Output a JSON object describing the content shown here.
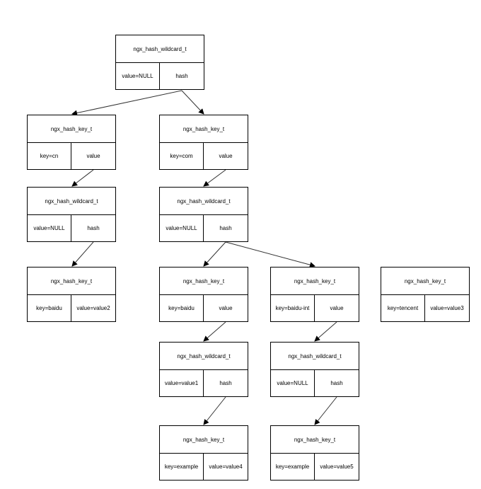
{
  "nodes": [
    {
      "title": "ngx_hash_wildcard_t",
      "left": "value=NULL",
      "right": "hash"
    },
    {
      "title": "ngx_hash_key_t",
      "left": "key=cn",
      "right": "value"
    },
    {
      "title": "ngx_hash_key_t",
      "left": "key=com",
      "right": "value"
    },
    {
      "title": "ngx_hash_wildcard_t",
      "left": "value=NULL",
      "right": "hash"
    },
    {
      "title": "ngx_hash_wildcard_t",
      "left": "value=NULL",
      "right": "hash"
    },
    {
      "title": "ngx_hash_key_t",
      "left": "key=baidu",
      "right": "value=value2"
    },
    {
      "title": "ngx_hash_key_t",
      "left": "key=baidu",
      "right": "value"
    },
    {
      "title": "ngx_hash_key_t",
      "left": "key=baidu-int",
      "right": "value"
    },
    {
      "title": "ngx_hash_key_t",
      "left": "key=tencent",
      "right": "value=value3"
    },
    {
      "title": "ngx_hash_wildcard_t",
      "left": "value=value1",
      "right": "hash"
    },
    {
      "title": "ngx_hash_wildcard_t",
      "left": "value=NULL",
      "right": "hash"
    },
    {
      "title": "ngx_hash_key_t",
      "left": "key=example",
      "right": "value=value4"
    },
    {
      "title": "ngx_hash_key_t",
      "left": "key=example",
      "right": "value=value5"
    }
  ],
  "edges": [
    {
      "from": 0,
      "to": 1
    },
    {
      "from": 0,
      "to": 2
    },
    {
      "from": 1,
      "to": 3
    },
    {
      "from": 2,
      "to": 4
    },
    {
      "from": 3,
      "to": 5
    },
    {
      "from": 4,
      "to": 6
    },
    {
      "from": 4,
      "to": 7
    },
    {
      "from": 6,
      "to": 9
    },
    {
      "from": 7,
      "to": 10
    },
    {
      "from": 9,
      "to": 11
    },
    {
      "from": 10,
      "to": 12
    }
  ],
  "colors": {
    "stroke": "#000000",
    "edge": "#333333",
    "background": "#ffffff"
  }
}
